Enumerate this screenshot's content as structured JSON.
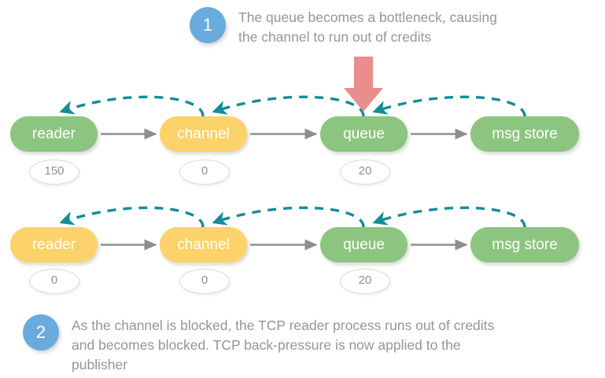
{
  "diagram": {
    "title_hidden": "",
    "colors": {
      "node_green": "#8cc57f",
      "node_yellow": "#fcd36a",
      "badge_blue": "#6aabdd",
      "credit_arrow_teal": "#0e8c99",
      "flow_arrow_gray": "#8c8f92",
      "bottleneck_arrow_red": "#e98d8d",
      "caption_text": "#939699"
    },
    "callouts": [
      {
        "number": "1",
        "text": "The queue becomes a bottleneck, causing\nthe channel to run out of credits"
      },
      {
        "number": "2",
        "text": "As the channel is blocked, the TCP reader process runs out of credits\nand becomes blocked. TCP back-pressure is now applied to the\npublisher"
      }
    ],
    "rows": [
      {
        "name": "row-1",
        "nodes": [
          {
            "label": "reader",
            "state": "green",
            "credits": "150"
          },
          {
            "label": "channel",
            "state": "yellow",
            "credits": "0"
          },
          {
            "label": "queue",
            "state": "green",
            "credits": "20"
          },
          {
            "label": "msg store",
            "state": "green",
            "credits": null
          }
        ]
      },
      {
        "name": "row-2",
        "nodes": [
          {
            "label": "reader",
            "state": "yellow",
            "credits": "0"
          },
          {
            "label": "channel",
            "state": "yellow",
            "credits": "0"
          },
          {
            "label": "queue",
            "state": "green",
            "credits": "20"
          },
          {
            "label": "msg store",
            "state": "green",
            "credits": null
          }
        ]
      }
    ],
    "icons": {
      "flow_arrow": "arrow-right-icon",
      "credit_arrow": "dashed-credit-arc-icon",
      "bottleneck": "red-down-arrow-icon"
    }
  }
}
